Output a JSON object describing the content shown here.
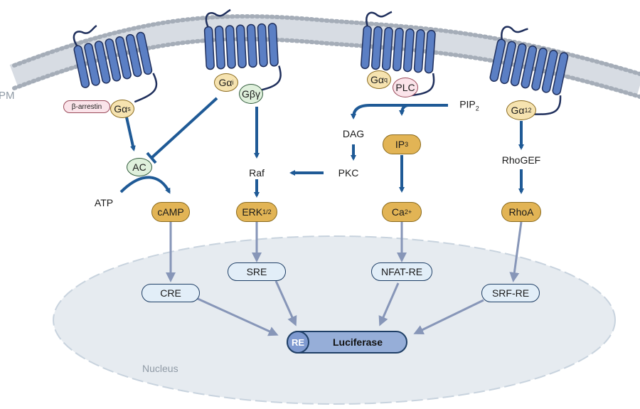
{
  "labels": {
    "membrane": "PM",
    "nucleus": "Nucleus",
    "beta_arrestin": "β-arrestin",
    "gas": {
      "main": "Gα",
      "sub": "s"
    },
    "gai": {
      "main": "Gα",
      "sub": "i"
    },
    "gbg": "Gβγ",
    "gaq": {
      "main": "Gα",
      "sub": "q"
    },
    "plc": "PLC",
    "ga12": {
      "main": "Gα",
      "sub": "12"
    },
    "pip2": {
      "main": "PIP",
      "sub": "2"
    },
    "dag": "DAG",
    "ip3": {
      "main": "IP",
      "sub": "3"
    },
    "pkc": "PKC",
    "raf": "Raf",
    "ac": "AC",
    "atp": "ATP",
    "camp": "cAMP",
    "erk": {
      "main": "ERK",
      "sub": "1/2"
    },
    "ca": {
      "main": "Ca",
      "sup": "2+"
    },
    "rhogef": "RhoGEF",
    "rhoa": "RhoA",
    "cre": "CRE",
    "sre": "SRE",
    "nfat_re": "NFAT-RE",
    "srf_re": "SRF-RE",
    "re": "RE",
    "luciferase": "Luciferase"
  },
  "colors": {
    "receptor": "#5b7fc4",
    "pathway_arrow": "#1f5a96",
    "nuclear_arrow": "#8796b8",
    "nucleus_fill": "#e6ebf0",
    "lipid": "#a5adb8"
  }
}
